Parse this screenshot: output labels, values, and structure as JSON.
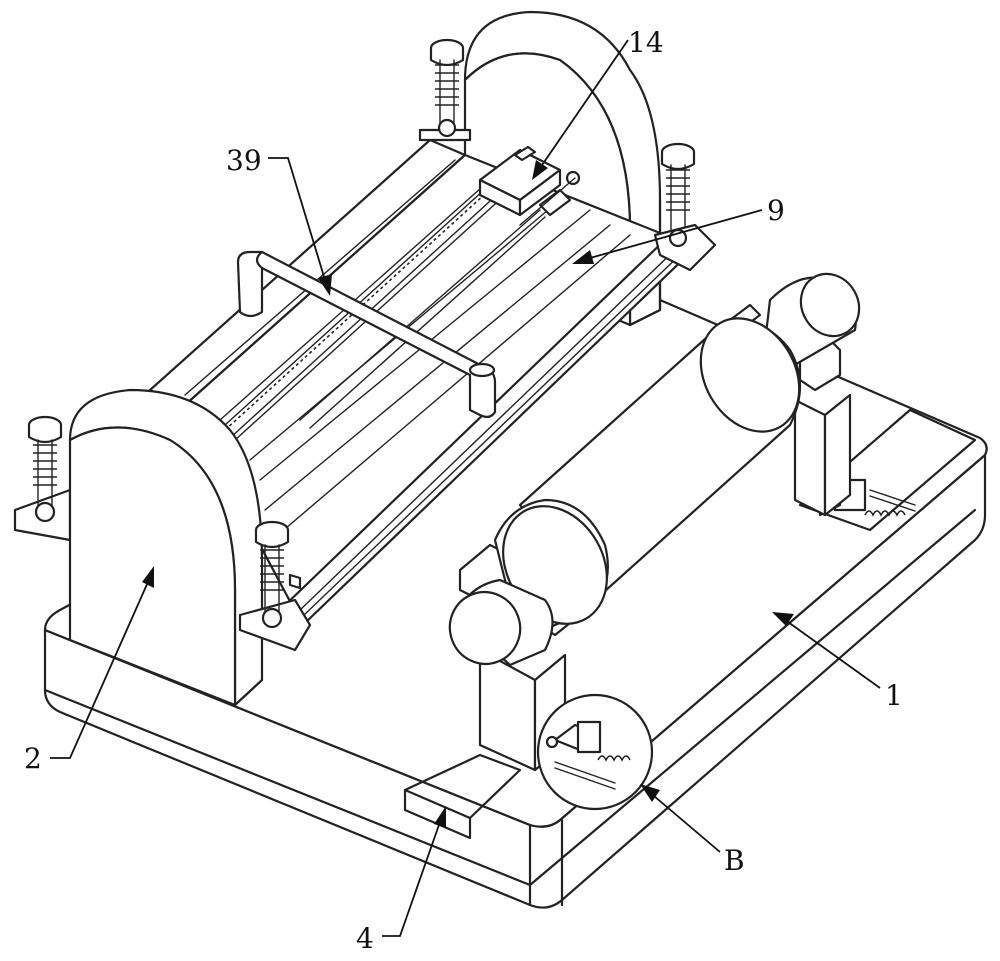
{
  "callouts": [
    {
      "id": "1",
      "text": "1"
    },
    {
      "id": "2",
      "text": "2"
    },
    {
      "id": "4",
      "text": "4"
    },
    {
      "id": "9",
      "text": "9"
    },
    {
      "id": "14",
      "text": "14"
    },
    {
      "id": "39",
      "text": "39"
    },
    {
      "id": "B",
      "text": "B"
    }
  ],
  "colors": {
    "line": "#222222",
    "background": "#ffffff"
  }
}
